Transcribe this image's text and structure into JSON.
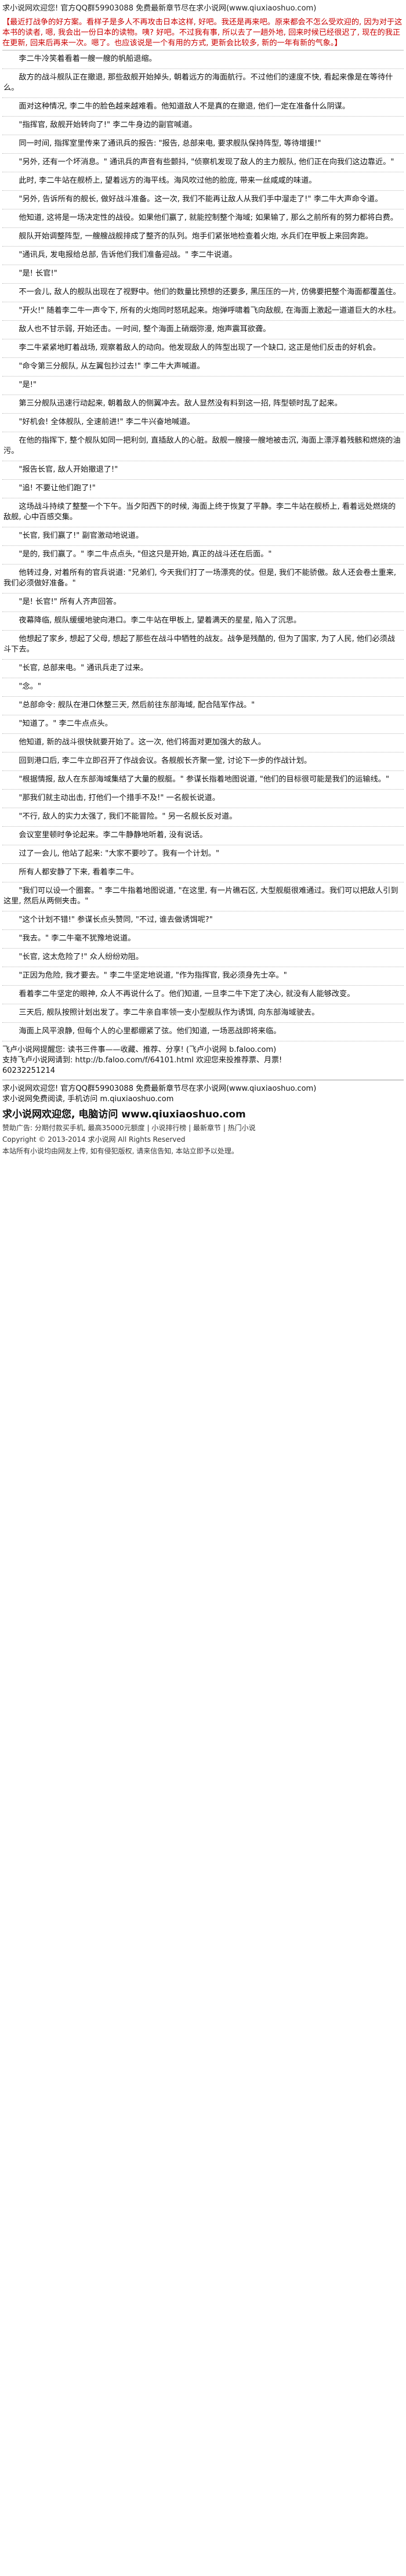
{
  "header": {
    "welcome": "求小说网欢迎您! 官方QQ群59903088 免费最新章节尽在求小说网(www.qiuxiaoshuo.com)"
  },
  "intro": {
    "text": "【最近打战争的好方案。看样子是多人不再攻击日本这样, 好吧。我还是再来吧。原来都会不怎么受欢迎的, 因为对于这本书的读者, 嗯, 我会出一份日本的读物。咦? 好吧。不过我有事, 所以去了一趟外地, 回来时候已经很迟了, 现在的我正在更新, 回来后再来一次。嗯了。也应该说是一个有用的方式, 更新会比较多, 新的一年有新的气象。】"
  },
  "paragraphs": [
    "李二牛冷笑着看着一艘一艘的帆船退缩。",
    "敌方的战斗舰队正在撤退, 那些敌舰开始掉头, 朝着远方的海面航行。不过他们的速度不快, 看起来像是在等待什么。",
    "面对这种情况, 李二牛的脸色越来越难看。他知道敌人不是真的在撤退, 他们一定在准备什么阴谋。",
    "\"指挥官, 敌舰开始转向了!\" 李二牛身边的副官喊道。",
    "同一时间, 指挥室里传来了通讯兵的报告: \"报告, 总部来电, 要求舰队保持阵型, 等待增援!\"",
    "\"另外, 还有一个坏消息。\" 通讯兵的声音有些颤抖, \"侦察机发现了敌人的主力舰队, 他们正在向我们这边靠近。\"",
    "此时, 李二牛站在舰桥上, 望着远方的海平线。海风吹过他的脸庞, 带来一丝咸咸的味道。",
    "\"另外, 告诉所有的舰长, 做好战斗准备。这一次, 我们不能再让敌人从我们手中溜走了!\" 李二牛大声命令道。",
    "他知道, 这将是一场决定性的战役。如果他们赢了, 就能控制整个海域; 如果输了, 那么之前所有的努力都将白费。",
    "舰队开始调整阵型, 一艘艘战舰排成了整齐的队列。炮手们紧张地检查着火炮, 水兵们在甲板上来回奔跑。",
    "\"通讯兵, 发电报给总部, 告诉他们我们准备迎战。\" 李二牛说道。",
    "\"是! 长官!\"",
    "不一会儿, 敌人的舰队出现在了视野中。他们的数量比预想的还要多, 黑压压的一片, 仿佛要把整个海面都覆盖住。",
    "\"开火!\" 随着李二牛一声令下, 所有的火炮同时怒吼起来。炮弹呼啸着飞向敌舰, 在海面上激起一道道巨大的水柱。",
    "敌人也不甘示弱, 开始还击。一时间, 整个海面上硝烟弥漫, 炮声震耳欲聋。",
    "李二牛紧紧地盯着战场, 观察着敌人的动向。他发现敌人的阵型出现了一个缺口, 这正是他们反击的好机会。",
    "\"命令第三分舰队, 从左翼包抄过去!\" 李二牛大声喊道。",
    "\"是!\"",
    "第三分舰队迅速行动起来, 朝着敌人的侧翼冲去。敌人显然没有料到这一招, 阵型顿时乱了起来。",
    "\"好机会! 全体舰队, 全速前进!\" 李二牛兴奋地喊道。",
    "在他的指挥下, 整个舰队如同一把利剑, 直插敌人的心脏。敌舰一艘接一艘地被击沉, 海面上漂浮着残骸和燃烧的油污。",
    "\"报告长官, 敌人开始撤退了!\"",
    "\"追! 不要让他们跑了!\"",
    "这场战斗持续了整整一个下午。当夕阳西下的时候, 海面上终于恢复了平静。李二牛站在舰桥上, 看着远处燃烧的敌舰, 心中百感交集。",
    "\"长官, 我们赢了!\" 副官激动地说道。",
    "\"是的, 我们赢了。\" 李二牛点点头, \"但这只是开始, 真正的战斗还在后面。\"",
    "他转过身, 对着所有的官兵说道: \"兄弟们, 今天我们打了一场漂亮的仗。但是, 我们不能骄傲。敌人还会卷土重来, 我们必须做好准备。\"",
    "\"是! 长官!\" 所有人齐声回答。",
    "夜幕降临, 舰队缓缓地驶向港口。李二牛站在甲板上, 望着满天的星星, 陷入了沉思。",
    "他想起了家乡, 想起了父母, 想起了那些在战斗中牺牲的战友。战争是残酷的, 但为了国家, 为了人民, 他们必须战斗下去。",
    "\"长官, 总部来电。\" 通讯兵走了过来。",
    "\"念。\"",
    "\"总部命令: 舰队在港口休整三天, 然后前往东部海域, 配合陆军作战。\"",
    "\"知道了。\" 李二牛点点头。",
    "他知道, 新的战斗很快就要开始了。这一次, 他们将面对更加强大的敌人。",
    "回到港口后, 李二牛立即召开了作战会议。各舰舰长齐聚一堂, 讨论下一步的作战计划。",
    "\"根据情报, 敌人在东部海域集结了大量的舰艇。\" 参谋长指着地图说道, \"他们的目标很可能是我们的运输线。\"",
    "\"那我们就主动出击, 打他们一个措手不及!\" 一名舰长说道。",
    "\"不行, 敌人的实力太强了, 我们不能冒险。\" 另一名舰长反对道。",
    "会议室里顿时争论起来。李二牛静静地听着, 没有说话。",
    "过了一会儿, 他站了起来: \"大家不要吵了。我有一个计划。\"",
    "所有人都安静了下来, 看着李二牛。",
    "\"我们可以设一个圈套。\" 李二牛指着地图说道, \"在这里, 有一片礁石区, 大型舰艇很难通过。我们可以把敌人引到这里, 然后从两侧夹击。\"",
    "\"这个计划不错!\" 参谋长点头赞同, \"不过, 谁去做诱饵呢?\"",
    "\"我去。\" 李二牛毫不犹豫地说道。",
    "\"长官, 这太危险了!\" 众人纷纷劝阻。",
    "\"正因为危险, 我才要去。\" 李二牛坚定地说道, \"作为指挥官, 我必须身先士卒。\"",
    "看着李二牛坚定的眼神, 众人不再说什么了。他们知道, 一旦李二牛下定了决心, 就没有人能够改变。",
    "三天后, 舰队按照计划出发了。李二牛亲自率领一支小型舰队作为诱饵, 向东部海域驶去。",
    "海面上风平浪静, 但每个人的心里都绷紧了弦。他们知道, 一场恶战即将来临。"
  ],
  "footer": {
    "note": "飞卢小说网提醒您: 读书三件事——收藏、推荐、分享! (飞卢小说网 b.faloo.com)",
    "support": "支持飞卢小说网请到: http://b.faloo.com/f/64101.html 欢迎您来投推荐票、月票!",
    "code": "60232251214",
    "welcome_repeat": "求小说网欢迎您! 官方QQ群59903088 免费最新章节尽在求小说网(www.qiuxiaoshuo.com)",
    "mobile": "求小说网免费阅读, 手机访问 m.qiuxiaoshuo.com",
    "banner": "求小说网欢迎您, 电脑访问 www.qiuxiaoshuo.com",
    "links": "赞助广告: 分期付款买手机, 最高35000元额度 | 小说排行榜 | 最新章节 | 热门小说",
    "copyright": "Copyright © 2013-2014 求小说网 All Rights Reserved",
    "disclaimer": "本站所有小说均由网友上传, 如有侵犯版权, 请来信告知, 本站立即予以处理。"
  }
}
